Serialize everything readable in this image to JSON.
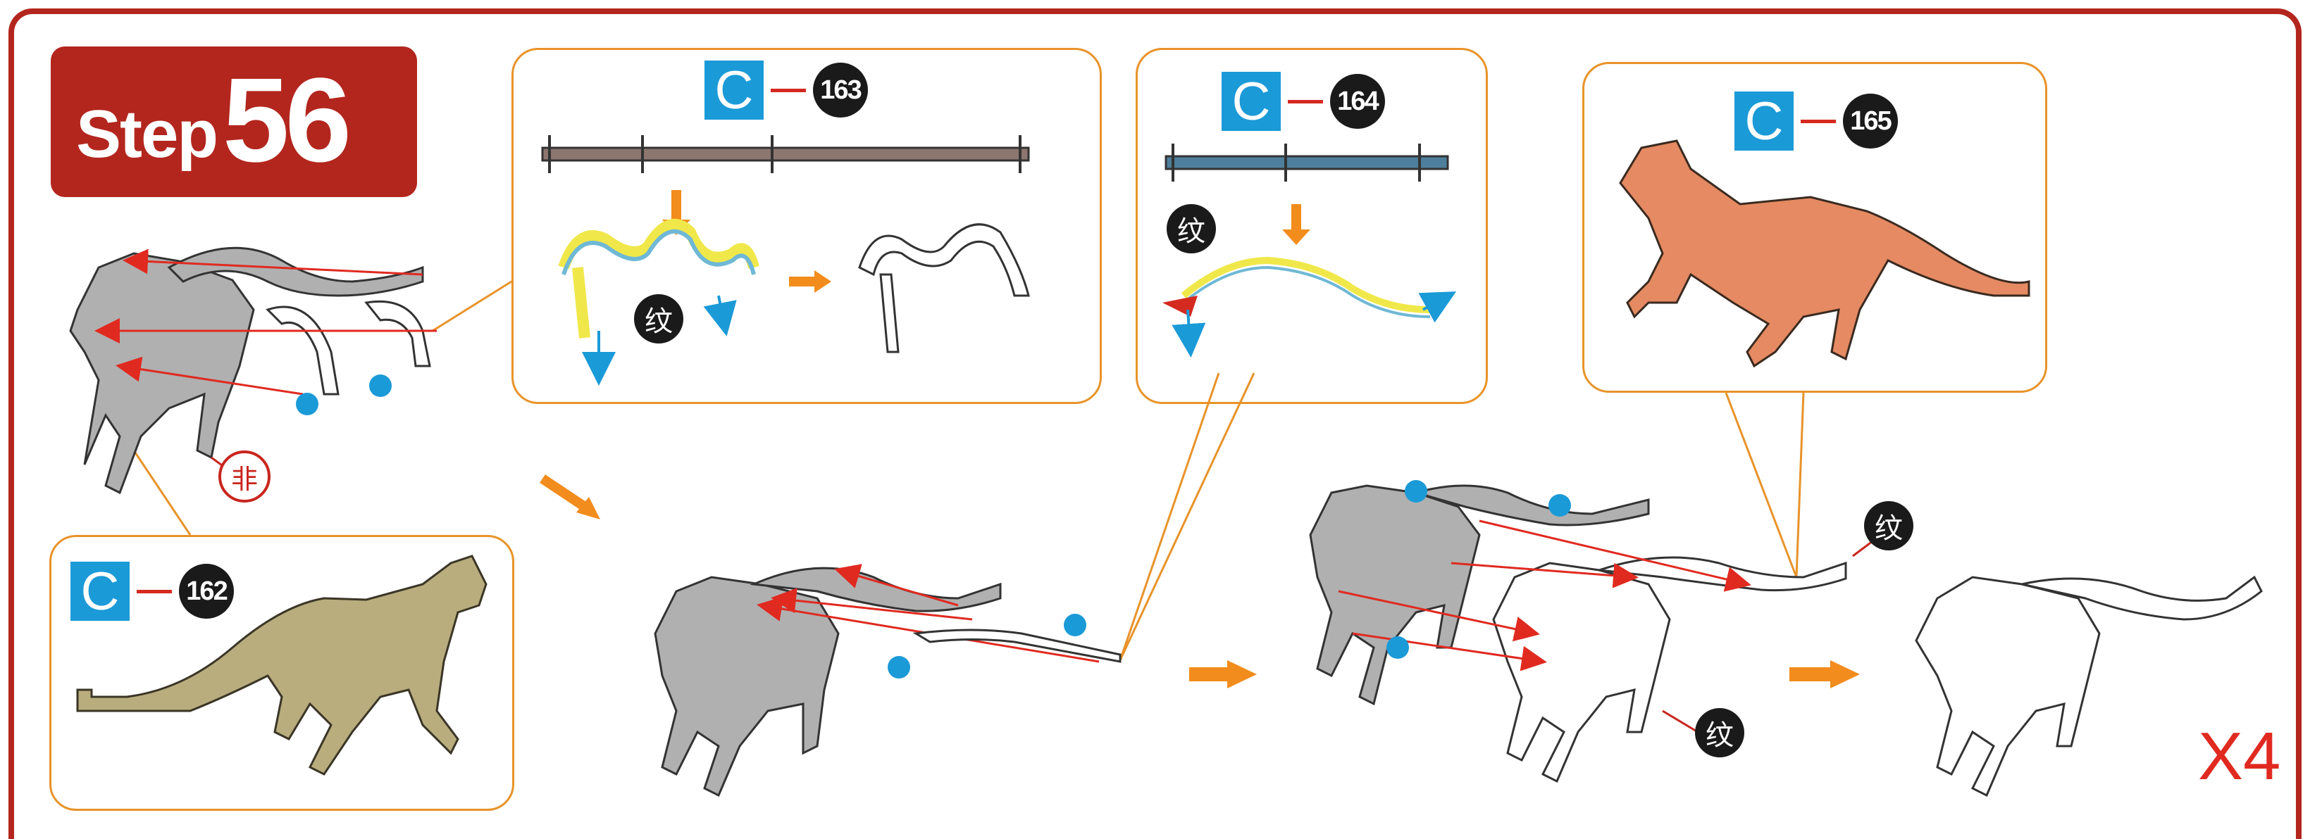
{
  "step": {
    "word": "Step",
    "number": "56"
  },
  "parts": [
    {
      "letter": "C",
      "number": "162"
    },
    {
      "letter": "C",
      "number": "163"
    },
    {
      "letter": "C",
      "number": "164"
    },
    {
      "letter": "C",
      "number": "165"
    }
  ],
  "markers": {
    "wen": "纹",
    "fei": "非"
  },
  "multiplier": "X4",
  "colors": {
    "frame": "#b3261e",
    "panel_border": "#e8932a",
    "part_box": "#1b9ad8",
    "arrow": "#f28c1c",
    "guide_line": "#e02a20",
    "dot": "#1b9ad8",
    "gray_piece": "#b0b0b0",
    "khaki_horse": "#b9ad7e",
    "orange_horse": "#e58a62",
    "brown_strip": "#8c7770",
    "blue_strip": "#4d7f9c"
  }
}
